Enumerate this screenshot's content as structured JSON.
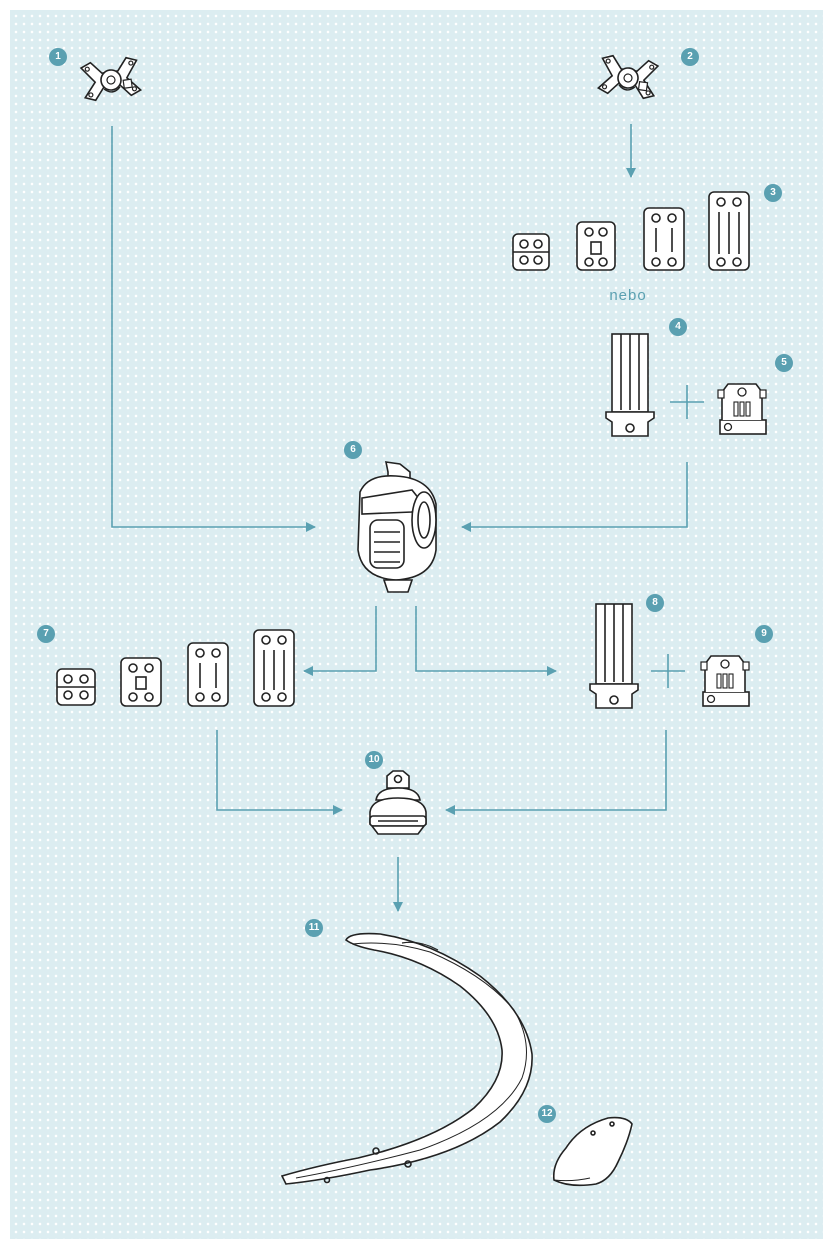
{
  "accent_color": "#5aa0b1",
  "background_color": "#dcedf1",
  "diagram": {
    "or_label": "nebo",
    "badges": [
      "1",
      "2",
      "3",
      "4",
      "5",
      "6",
      "7",
      "8",
      "9",
      "10",
      "11",
      "12"
    ],
    "components": [
      {
        "id": "1",
        "icon": "vesa-mount-plate-icon"
      },
      {
        "id": "2",
        "icon": "vesa-mount-plate-icon"
      },
      {
        "id": "3",
        "icon": "extension-segments-icon"
      },
      {
        "id": "4",
        "icon": "column-icon"
      },
      {
        "id": "5",
        "icon": "clamp-adapter-icon"
      },
      {
        "id": "6",
        "icon": "joint-hub-icon"
      },
      {
        "id": "7",
        "icon": "extension-segments-icon"
      },
      {
        "id": "8",
        "icon": "column-icon"
      },
      {
        "id": "9",
        "icon": "clamp-adapter-icon"
      },
      {
        "id": "10",
        "icon": "rotating-base-icon"
      },
      {
        "id": "11",
        "icon": "curved-arm-icon"
      },
      {
        "id": "12",
        "icon": "end-cap-icon"
      }
    ]
  }
}
